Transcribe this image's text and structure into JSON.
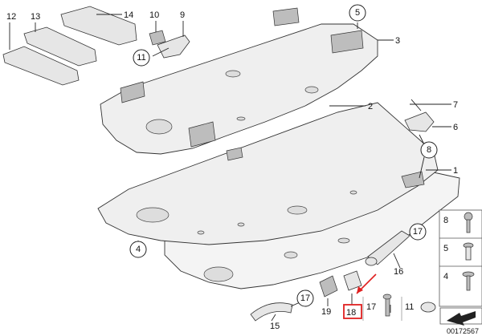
{
  "callouts": {
    "c1": "1",
    "c2": "2",
    "c3": "3",
    "c4": "4",
    "c5": "5",
    "c6": "6",
    "c7": "7",
    "c8": "8",
    "c9": "9",
    "c10": "10",
    "c11": "11",
    "c12": "12",
    "c13": "13",
    "c14": "14",
    "c15": "15",
    "c16": "16",
    "c17": "17",
    "c18": "18",
    "c19": "19"
  },
  "legend": {
    "r1": "8",
    "r2": "5",
    "r3": "4",
    "r4_a": "17",
    "r4_b": "11"
  },
  "highlight": {
    "label": "18",
    "color": "#e02020"
  },
  "diagram_id": "00172567"
}
